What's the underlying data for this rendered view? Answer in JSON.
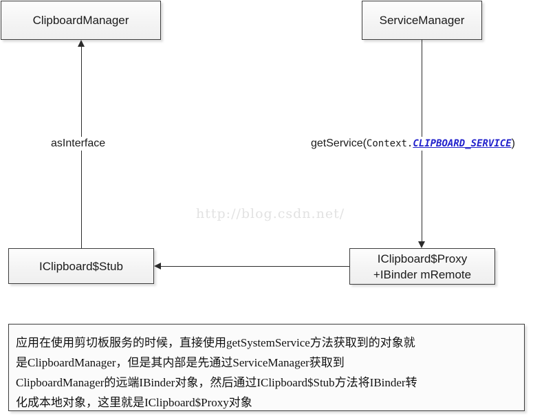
{
  "diagram": {
    "watermark": "http://blog.csdn.net/",
    "nodes": {
      "clipboard_manager": {
        "label": "ClipboardManager"
      },
      "service_manager": {
        "label": "ServiceManager"
      },
      "iclipboard_stub": {
        "label": "IClipboard$Stub"
      },
      "iclipboard_proxy": {
        "label_line1": "IClipboard$Proxy",
        "label_line2": "+IBinder mRemote"
      }
    },
    "edges": {
      "as_interface": {
        "label": "asInterface"
      },
      "get_service": {
        "label_prefix": "getService(",
        "label_context": "Context.",
        "label_constant": "CLIPBOARD_SERVICE",
        "label_suffix": ")"
      }
    },
    "note": {
      "line1": "应用在使用剪切板服务的时候，直接使用getSystemService方法获取到的对象就",
      "line2": "是ClipboardManager，但是其内部是先通过ServiceManager获取到",
      "line3": "ClipboardManager的远端IBinder对象，然后通过IClipboard$Stub方法将IBinder转",
      "line4": "化成本地对象，这里就是IClipboard$Proxy对象"
    }
  }
}
